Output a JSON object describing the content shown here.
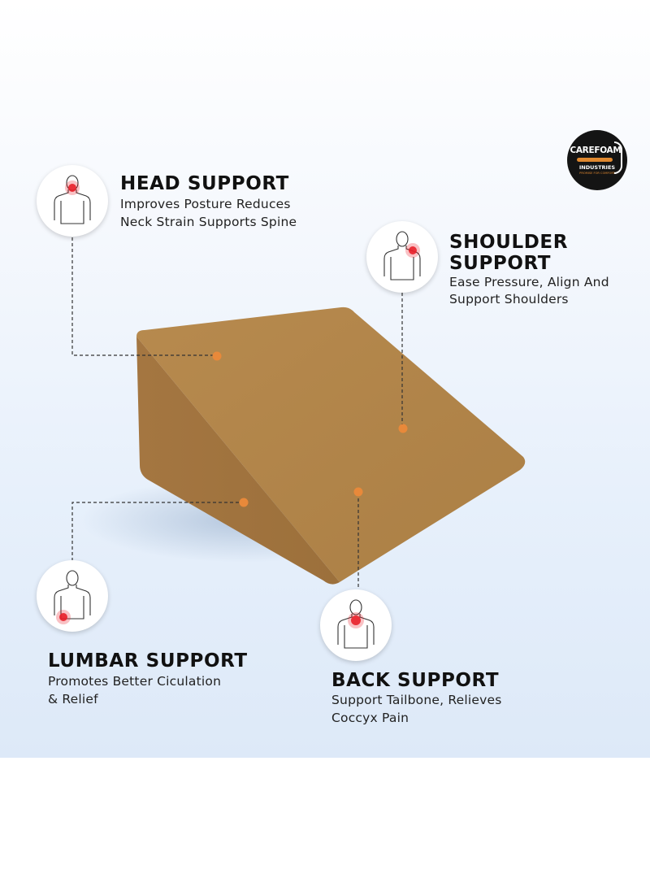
{
  "brand": {
    "name": "CAREFOAM",
    "sub": "INDUSTRIES",
    "tagline": "PROMISE FOR COMFORT",
    "accent_color": "#e0882f"
  },
  "colors": {
    "wedge_face": "#b4874b",
    "wedge_front": "#a77a41",
    "marker": "#e8893a",
    "highlight": "#e8202a"
  },
  "features": [
    {
      "id": "head",
      "title": "HEAD SUPPORT",
      "desc_line1": "Improves Posture Reduces",
      "desc_line2": "Neck Strain Supports Spine",
      "icon": "person-back-head-highlight-icon"
    },
    {
      "id": "shoulder",
      "title_line1": "SHOULDER",
      "title_line2": "SUPPORT",
      "desc_line1": "Ease Pressure, Align And",
      "desc_line2": "Support Shoulders",
      "icon": "person-back-shoulder-highlight-icon"
    },
    {
      "id": "lumbar",
      "title": "LUMBAR SUPPORT",
      "desc_line1": "Promotes Better Ciculation",
      "desc_line2": "& Relief",
      "icon": "person-back-lumbar-highlight-icon"
    },
    {
      "id": "back",
      "title": "BACK SUPPORT",
      "desc_line1": "Support Tailbone, Relieves",
      "desc_line2": "Coccyx Pain",
      "icon": "person-back-back-highlight-icon"
    }
  ]
}
